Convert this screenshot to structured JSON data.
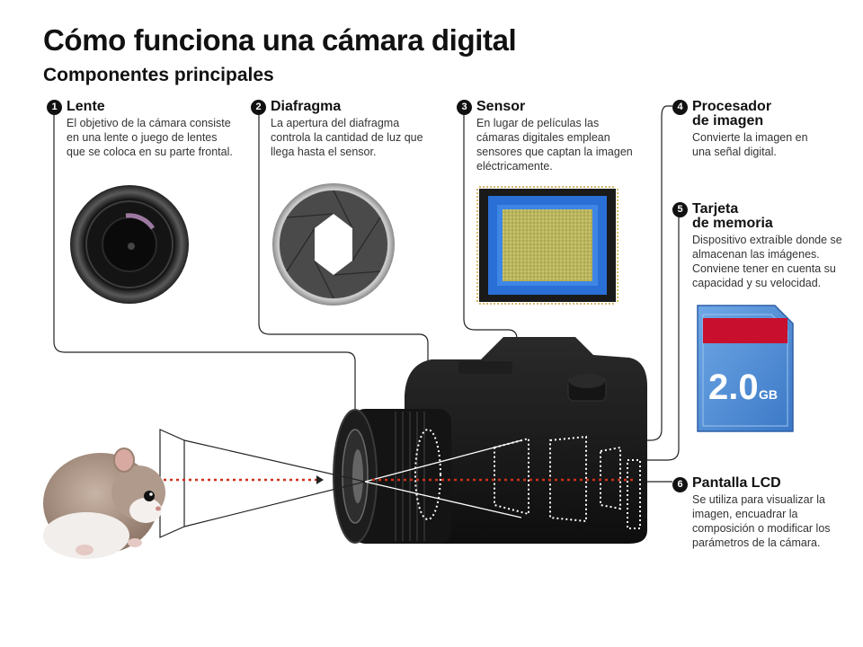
{
  "title": "Cómo funciona una cámara digital",
  "subtitle": "Componentes principales",
  "components": [
    {
      "number": "1",
      "title": "Lente",
      "description": "El objetivo de la cámara consiste en una lente o juego de lentes que se coloca en su parte frontal."
    },
    {
      "number": "2",
      "title": "Diafragma",
      "description": "La apertura del diafragma controla la cantidad de luz que llega hasta el sensor."
    },
    {
      "number": "3",
      "title": "Sensor",
      "description": "En lugar de películas las cámaras digitales emplean sensores que captan la imagen eléctricamente."
    },
    {
      "number": "4",
      "title": "Procesador\nde imagen",
      "description": "Convierte la imagen en una señal digital."
    },
    {
      "number": "5",
      "title": "Tarjeta\nde memoria",
      "description": "Dispositivo extraíble donde se almacenan las imágenes. Conviene tener en cuenta su capacidad y su velocidad."
    },
    {
      "number": "6",
      "title": "Pantalla LCD",
      "description": "Se utiliza para visualizar la imagen, encuadrar la composición o modificar los parámetros de la cámara."
    }
  ],
  "memory_card": {
    "capacity": "2.0",
    "unit": "GB"
  },
  "colors": {
    "sensor_blue": "#2a6fd6",
    "sensor_grid": "#c9c46a",
    "sd_blue": "#4d8fd8",
    "sd_red": "#c8102e",
    "light_ray": "#d0301c"
  }
}
